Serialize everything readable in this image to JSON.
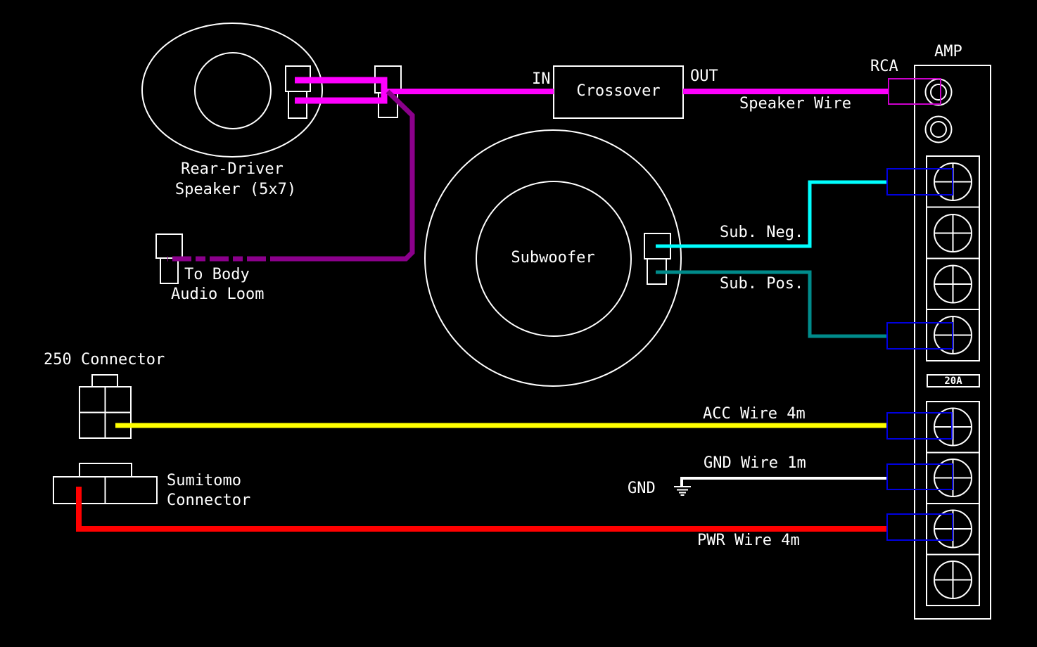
{
  "title": "Car audio amplifier wiring diagram",
  "labels": {
    "speaker_line1": "Rear-Driver",
    "speaker_line2": "Speaker (5x7)",
    "body_loom_line1": "To Body",
    "body_loom_line2": "Audio Loom",
    "connector_250": "250 Connector",
    "sumitomo_line1": "Sumitomo",
    "sumitomo_line2": "Connector",
    "subwoofer": "Subwoofer",
    "crossover": "Crossover",
    "crossover_in": "IN",
    "crossover_out": "OUT",
    "speaker_wire": "Speaker Wire",
    "rca": "RCA",
    "amp": "AMP",
    "sub_neg": "Sub. Neg.",
    "sub_pos": "Sub. Pos.",
    "acc_wire": "ACC Wire 4m",
    "gnd_wire": "GND Wire 1m",
    "gnd": "GND",
    "pwr_wire": "PWR Wire 4m",
    "fuse_rating": "20A"
  },
  "colors": {
    "background": "#000000",
    "outline": "#FFFFFF",
    "magenta_wire": "#FF00FF",
    "purple_wire": "#8B008B",
    "cyan_wire": "#00FFFF",
    "teal_wire": "#008B8B",
    "yellow_wire": "#FFFF00",
    "red_wire": "#FF0000",
    "white_wire": "#FFFFFF",
    "terminal_highlight": "#0000E0",
    "rca_highlight": "#CC00CC"
  }
}
